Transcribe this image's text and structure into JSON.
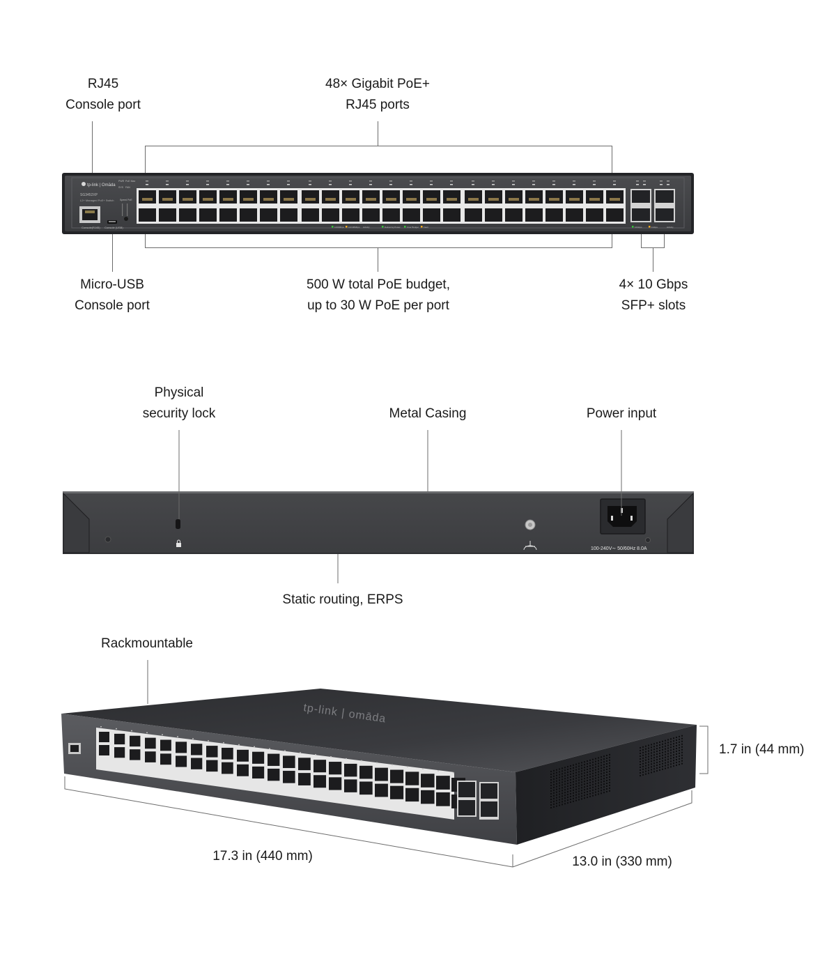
{
  "front_view": {
    "callouts": {
      "rj45_console": [
        "RJ45",
        "Console port"
      ],
      "gigabit_ports": [
        "48× Gigabit PoE+",
        "RJ45 ports"
      ],
      "micro_usb_console": [
        "Micro-USB",
        "Console port"
      ],
      "poe_budget": [
        "500 W total PoE budget,",
        "up to 30 W PoE per port"
      ],
      "sfp_slots": [
        "4× 10 Gbps",
        "SFP+ slots"
      ]
    },
    "panel": {
      "brand": "tp-link | Omāda",
      "model": "SG3452XP",
      "subtitle": "L2+ Managed PoE+ Switch",
      "console_rj45_label": "Console(RJ45)",
      "console_usb_label": "Console (USB)",
      "status_leds": [
        "PWR",
        "PoE Max",
        "SYS",
        "FAN"
      ],
      "speed_poe_label": "Speed PoE",
      "rj45_port_count": 48,
      "sfp_port_count": 4,
      "legend_rj45": [
        "1000Mbps",
        "10/100Mbps",
        "Activity",
        "Delivering Power",
        "Over Budget",
        "Fault"
      ],
      "legend_sfp": [
        "10Gbps",
        "1Gbps",
        "Activity"
      ],
      "led_colors": {
        "green": "#35c437",
        "amber": "#f0a81e"
      }
    }
  },
  "rear_view": {
    "callouts": {
      "security_lock": [
        "Physical",
        "security lock"
      ],
      "metal_casing": [
        "Metal Casing"
      ],
      "power_input": [
        "Power input"
      ],
      "routing": [
        "Static routing, ERPS"
      ]
    },
    "power_rating": "100-240V∼ 50/60Hz 8.0A"
  },
  "angled_view": {
    "callouts": {
      "rackmountable": [
        "Rackmountable"
      ]
    },
    "top_logo": "tp-link | omāda",
    "dimensions": {
      "height": "1.7 in (44 mm)",
      "width": "17.3 in (440 mm)",
      "depth": "13.0 in (330 mm)"
    }
  }
}
